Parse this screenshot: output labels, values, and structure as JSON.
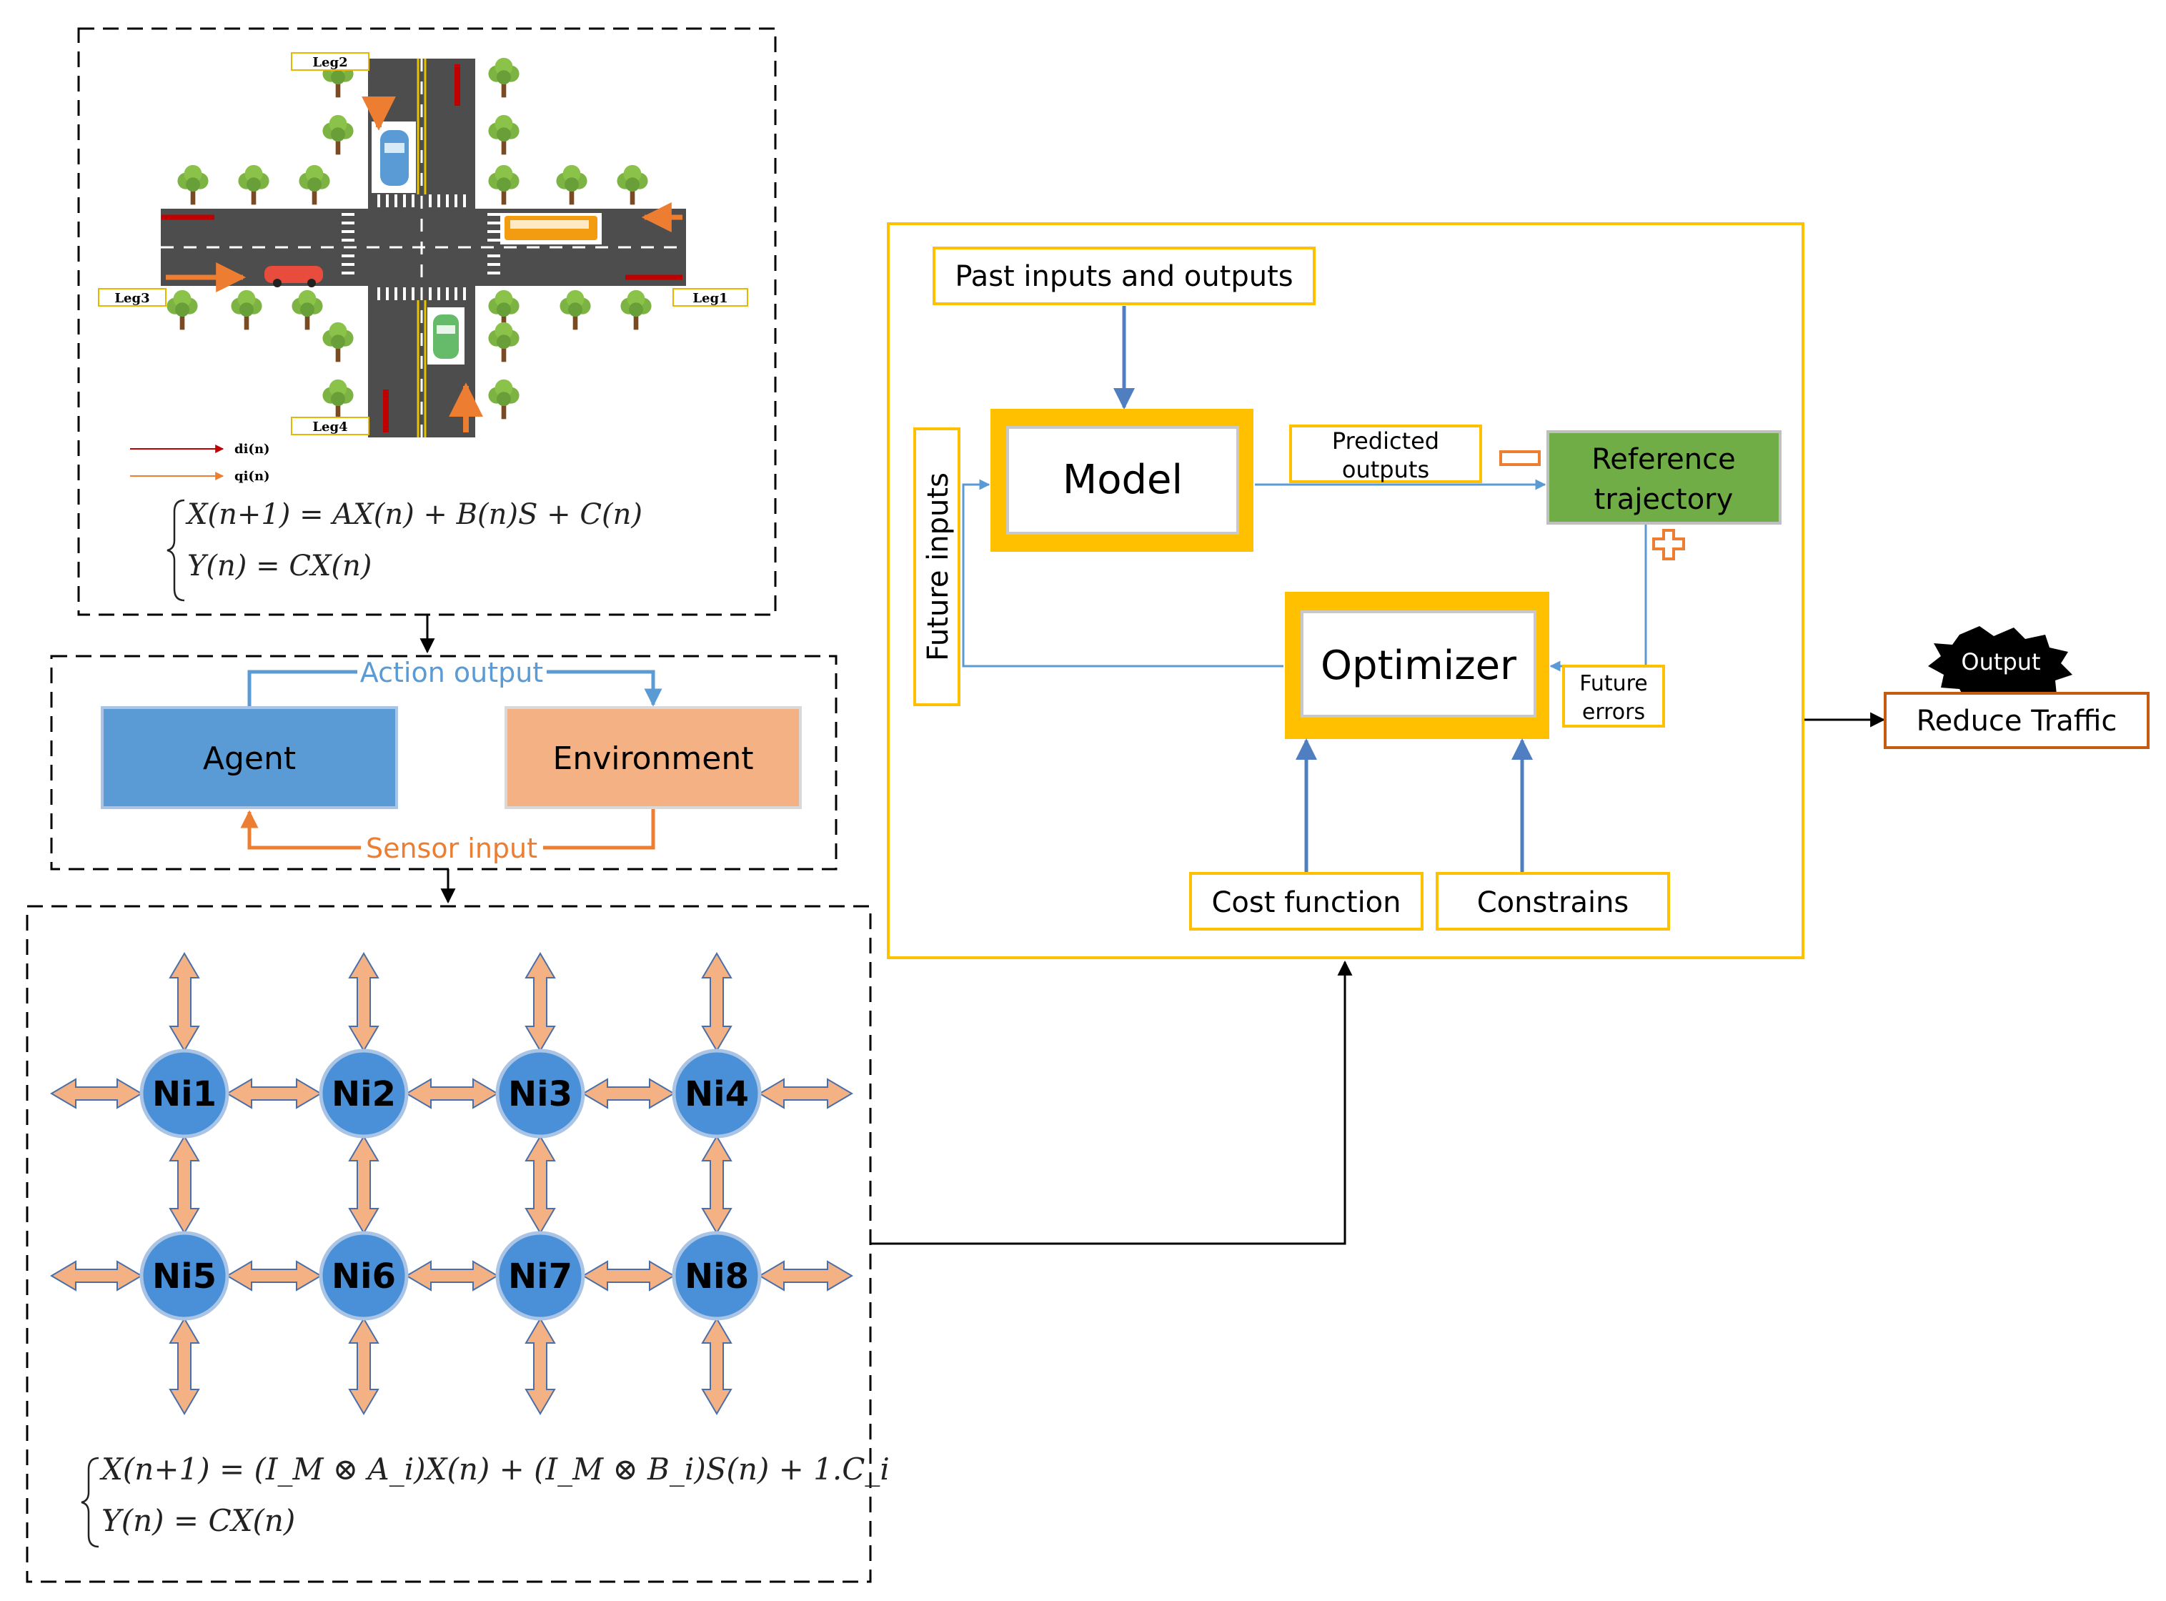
{
  "intersection": {
    "legs": [
      "Leg2",
      "Leg3",
      "Leg1",
      "Leg4"
    ],
    "legend": [
      "di(n)",
      "qi(n)"
    ],
    "equations": [
      "X(n+1) = AX(n) + B(n)S + C(n)",
      "Y(n) = CX(n)"
    ]
  },
  "rl": {
    "agent": "Agent",
    "environment": "Environment",
    "action_output": "Action output",
    "sensor_input": "Sensor input"
  },
  "network": {
    "nodes": [
      "Ni1",
      "Ni2",
      "Ni3",
      "Ni4",
      "Ni5",
      "Ni6",
      "Ni7",
      "Ni8"
    ],
    "equations": [
      "X(n+1) = (I_M ⊗ A_i)X(n) + (I_M ⊗ B_i)S(n) + 1.C_i",
      "Y(n) = CX(n)"
    ]
  },
  "mpc": {
    "past": "Past inputs and outputs",
    "model": "Model",
    "predicted": [
      "Predicted",
      "outputs"
    ],
    "reference": [
      "Reference",
      "trajectory"
    ],
    "future_inputs": "Future inputs",
    "optimizer": "Optimizer",
    "future_errors": [
      "Future",
      "errors"
    ],
    "cost": "Cost function",
    "constrains": "Constrains"
  },
  "output": {
    "badge": "Output",
    "label": "Reduce Traffic"
  },
  "colors": {
    "blue": "#5b9bd5",
    "orange": "#ed7d31",
    "peach": "#f4b183",
    "gold": "#ffc000",
    "green": "#70ad47",
    "node": "#4a90d9",
    "road": "#4d4d4d",
    "tree": "#7cb342"
  }
}
